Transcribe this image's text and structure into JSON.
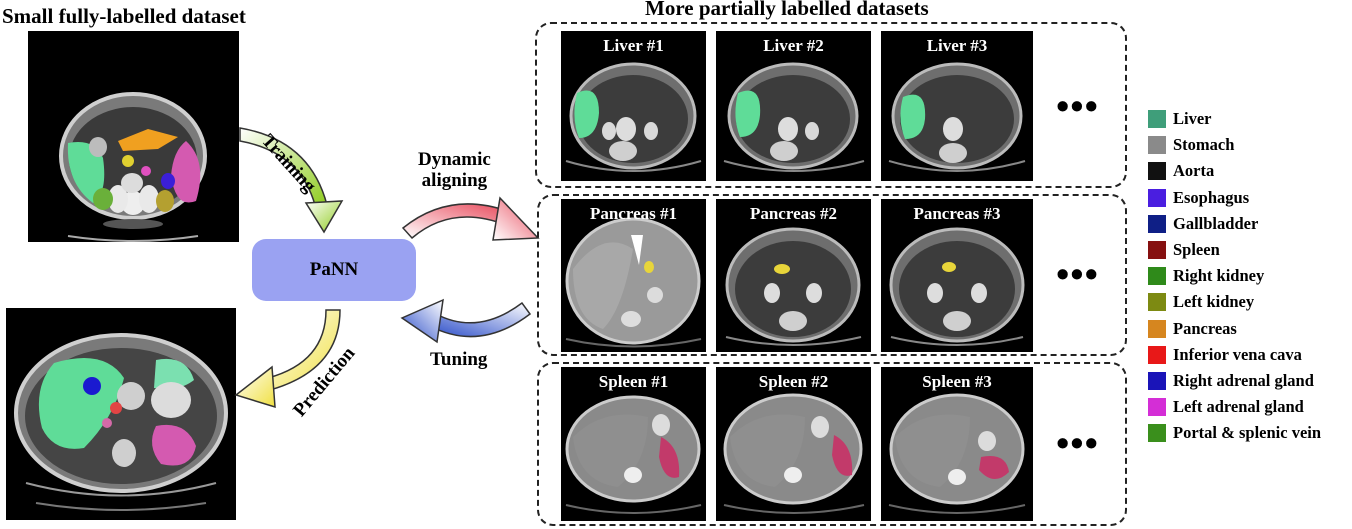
{
  "titles": {
    "left": "Small fully-labelled dataset",
    "right": "More partially labelled datasets"
  },
  "center": {
    "model": "PaNN",
    "training": "Training",
    "prediction": "Prediction",
    "aligning": "Dynamic\naligning",
    "tuning": "Tuning"
  },
  "groups": [
    {
      "scans": [
        "Liver #1",
        "Liver #2",
        "Liver #3"
      ],
      "more": "•••"
    },
    {
      "scans": [
        "Pancreas #1",
        "Pancreas #2",
        "Pancreas #3"
      ],
      "more": "•••"
    },
    {
      "scans": [
        "Spleen #1",
        "Spleen #2",
        "Spleen #3"
      ],
      "more": "•••"
    }
  ],
  "legend": [
    {
      "label": "Liver",
      "color": "#3f9e7a"
    },
    {
      "label": "Stomach",
      "color": "#8a8a8a"
    },
    {
      "label": "Aorta",
      "color": "#111111"
    },
    {
      "label": "Esophagus",
      "color": "#4a1ee0"
    },
    {
      "label": "Gallbladder",
      "color": "#0f1f86"
    },
    {
      "label": "Spleen",
      "color": "#861010"
    },
    {
      "label": "Right kidney",
      "color": "#2f8a1a"
    },
    {
      "label": "Left kidney",
      "color": "#7d8a12"
    },
    {
      "label": "Pancreas",
      "color": "#d6861f"
    },
    {
      "label": "Inferior vena cava",
      "color": "#e81818"
    },
    {
      "label": "Right adrenal gland",
      "color": "#1a14b8"
    },
    {
      "label": "Left adrenal gland",
      "color": "#d42ed6"
    },
    {
      "label": "Portal & splenic vein",
      "color": "#3a8f1c"
    }
  ],
  "arrow_colors": {
    "training": "#8fcc1e",
    "prediction": "#f0e040",
    "aligning": "#e8485a",
    "tuning": "#2a4cc8"
  }
}
